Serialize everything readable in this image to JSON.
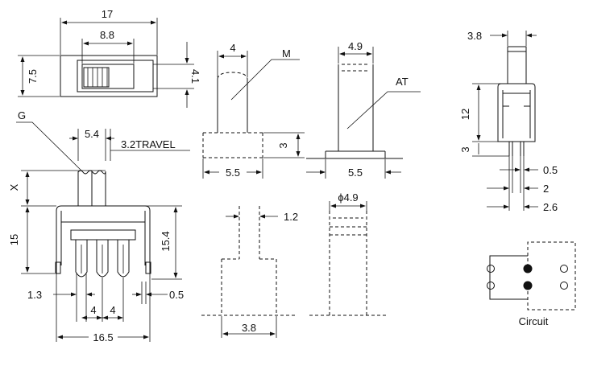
{
  "diagram": {
    "top_view": {
      "dim_width": "17",
      "dim_slot": "8.8",
      "dim_height": "7.5",
      "dim_slot_height": "4.1"
    },
    "front_view": {
      "label_g": "G",
      "dim_actuator": "5.4",
      "dim_travel": "3.2TRAVEL",
      "label_x": "X",
      "dim_body_height": "15",
      "dim_pin_height": "15.4",
      "dim_pin_width": "1.3",
      "dim_pin_thick": "0.5",
      "dim_pitch_1": "4",
      "dim_pitch_2": "4",
      "dim_total_width": "16.5"
    },
    "actuator_m": {
      "dim_width": "4",
      "label": "M",
      "dim_base_height": "3",
      "dim_base_width": "5.5"
    },
    "actuator_at": {
      "dim_width": "4.9",
      "label": "AT",
      "dim_base_width": "5.5"
    },
    "actuator_lower_left": {
      "dim_tip": "1.2",
      "dim_base": "3.8"
    },
    "actuator_lower_right": {
      "dim_diameter": "ϕ4.9"
    },
    "side_view": {
      "dim_actuator": "3.8",
      "dim_height": "12",
      "dim_pin_length": "3",
      "dim_pin_thick": "0.5",
      "dim_pin_space": "2",
      "dim_span": "2.6"
    },
    "circuit": {
      "label": "Circuit"
    }
  }
}
